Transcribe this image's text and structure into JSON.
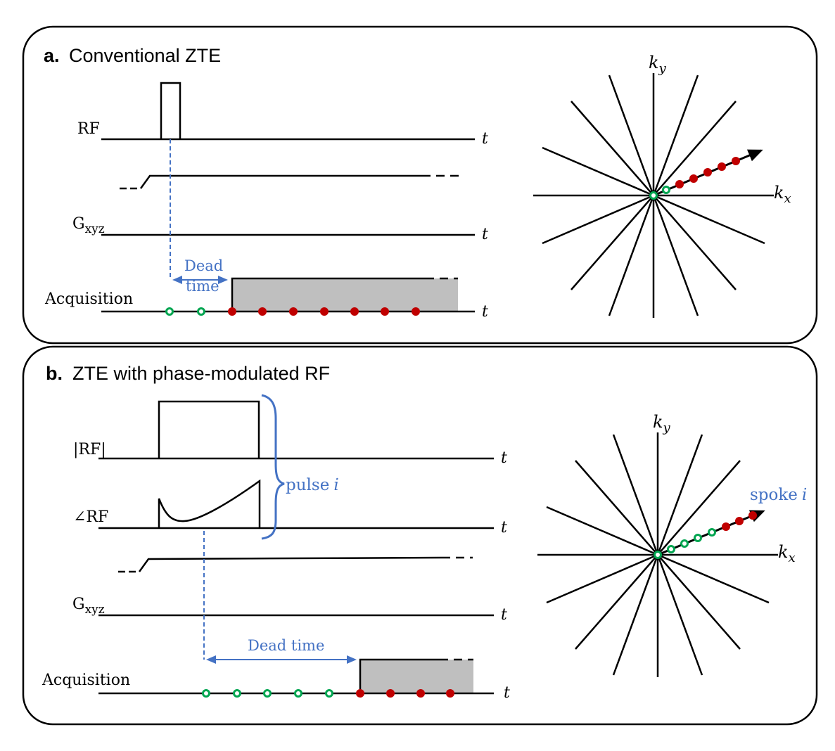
{
  "panel_a": {
    "letter": "a.",
    "title": "Conventional ZTE",
    "labels": {
      "rf": "RF",
      "g_main": "G",
      "g_sub": "xyz",
      "acq": "Acquisition",
      "t": "t",
      "dead_time_line1": "Dead",
      "dead_time_line2": "time",
      "ky_main": "k",
      "ky_sub": "y",
      "kx_main": "k",
      "kx_sub": "x"
    },
    "samples": {
      "dead_time_count": 2,
      "acquired_count": 7
    }
  },
  "panel_b": {
    "letter": "b.",
    "title": "ZTE with phase-modulated RF",
    "labels": {
      "rf_mag": "|RF|",
      "rf_phase": "∠RF",
      "pulse": "pulse",
      "pulse_index": "i",
      "g_main": "G",
      "g_sub": "xyz",
      "acq": "Acquisition",
      "t": "t",
      "dead_time": "Dead time",
      "spoke": "spoke",
      "spoke_index": "i",
      "ky_main": "k",
      "ky_sub": "y",
      "kx_main": "k",
      "kx_sub": "x"
    },
    "samples": {
      "dead_time_count": 5,
      "acquired_count": 4
    }
  },
  "colors": {
    "line": "#000000",
    "annotation": "#4472c4",
    "acquired_sample": "#c00000",
    "dead_time_sample": "#00a550",
    "acquisition_fill": "#bfbfbf"
  }
}
